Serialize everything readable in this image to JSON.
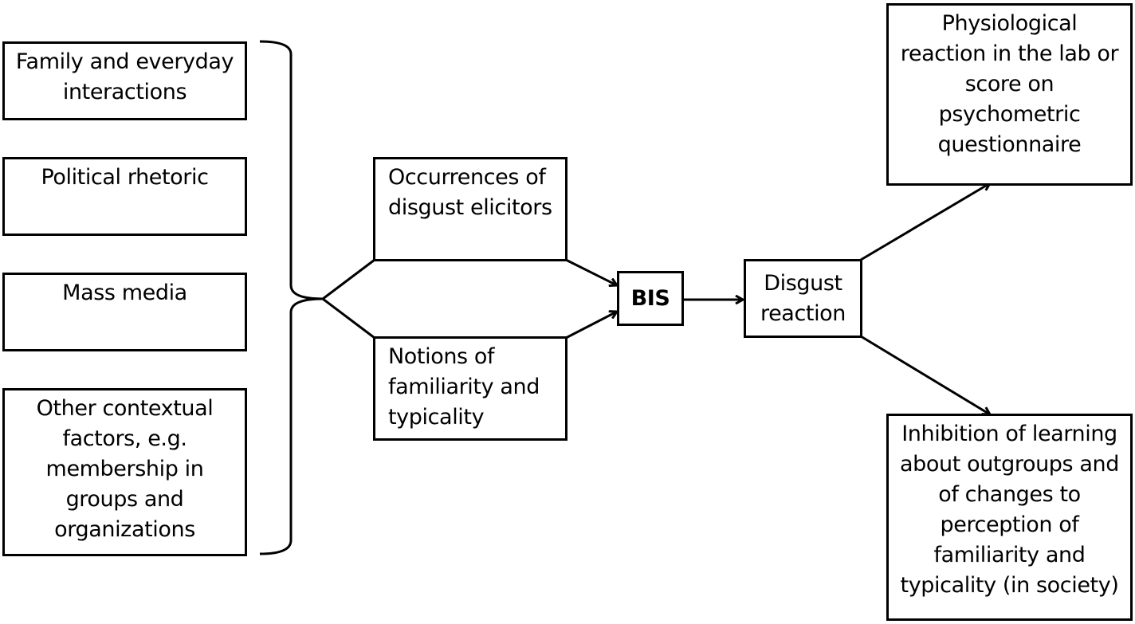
{
  "sources": [
    {
      "id": "family",
      "lines": [
        "Family and everyday",
        "interactions"
      ]
    },
    {
      "id": "political",
      "lines": [
        "Political rhetoric"
      ]
    },
    {
      "id": "media",
      "lines": [
        "Mass media"
      ]
    },
    {
      "id": "other",
      "lines": [
        "Other contextual",
        "factors, e.g.",
        "membership in",
        "groups and",
        "organizations"
      ]
    }
  ],
  "inputs": {
    "occurrences": {
      "lines": [
        "Occurrences of",
        "disgust elicitors"
      ]
    },
    "notions": {
      "lines": [
        "Notions of",
        "familiarity and",
        "typicality"
      ]
    }
  },
  "bis": {
    "label": "BIS"
  },
  "disgust": {
    "lines": [
      "Disgust",
      "reaction"
    ]
  },
  "outcomes": {
    "physiological": {
      "lines": [
        "Physiological",
        "reaction in the lab or",
        "score on",
        "psychometric",
        "questionnaire"
      ]
    },
    "inhibition": {
      "lines": [
        "Inhibition of learning",
        "about outgroups and",
        "of changes to",
        "perception of",
        "familiarity and",
        "typicality (in society)"
      ]
    }
  }
}
